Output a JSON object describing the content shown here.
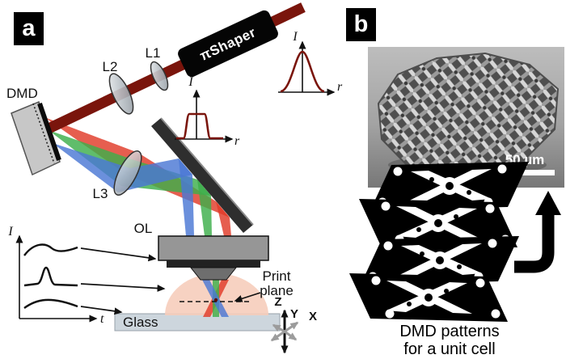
{
  "panels": {
    "a": "a",
    "b": "b"
  },
  "optics": {
    "pishaper": "πShaper",
    "dmd": "DMD",
    "l1": "L1",
    "l2": "L2",
    "l3": "L3",
    "ol": "OL",
    "print_line1": "Print",
    "print_line2": "plane",
    "glass": "Glass"
  },
  "axes": {
    "z": "Z",
    "y": "Y",
    "x": "X"
  },
  "plots": {
    "gaussian": {
      "y": "I",
      "x": "r"
    },
    "flattop": {
      "y": "I",
      "x": "r"
    },
    "temporal": {
      "y": "I",
      "x": "t"
    }
  },
  "panel_b": {
    "scale_bar": "50 µm",
    "caption_line1": "DMD patterns",
    "caption_line2": "for a unit cell"
  },
  "colors": {
    "illumination_beam": "#7a150c",
    "beam_red": "#e03a28",
    "beam_green": "#3dae4b",
    "beam_blue": "#4a78d4",
    "dome_pink": "#f6cdbb",
    "glass_fill": "#cdd6dd"
  }
}
